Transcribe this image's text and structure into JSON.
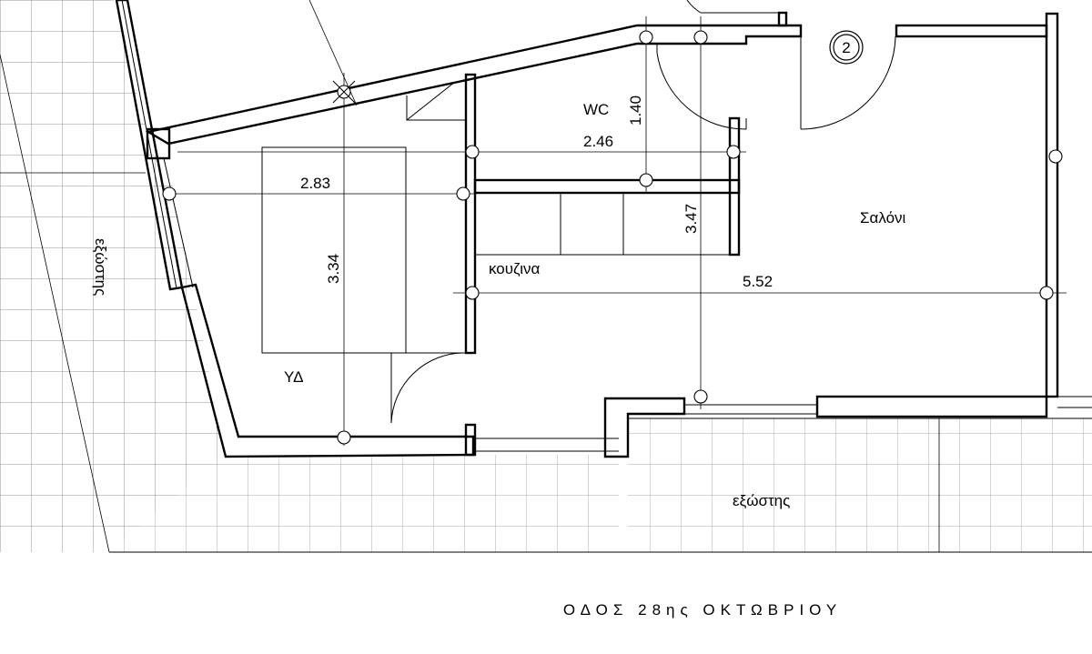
{
  "rooms": {
    "wc": "WC",
    "saloni": "Σαλόνι",
    "kouzina": "κουζινα",
    "yd": "ΥΔ",
    "eksostis_balcony": "εξώστης",
    "eksostis_side": "εξώστης"
  },
  "dimensions": {
    "d_283": "2.83",
    "d_246": "2.46",
    "d_140": "1.40",
    "d_347": "3.47",
    "d_334": "3.34",
    "d_552": "5.52"
  },
  "unit_number": "2",
  "street": "ΟΔΟΣ 28ης ΟΚΤΩΒΡΙΟΥ",
  "colors": {
    "line": "#000000",
    "tile_grid": "#8c8c8c",
    "background": "#ffffff"
  }
}
